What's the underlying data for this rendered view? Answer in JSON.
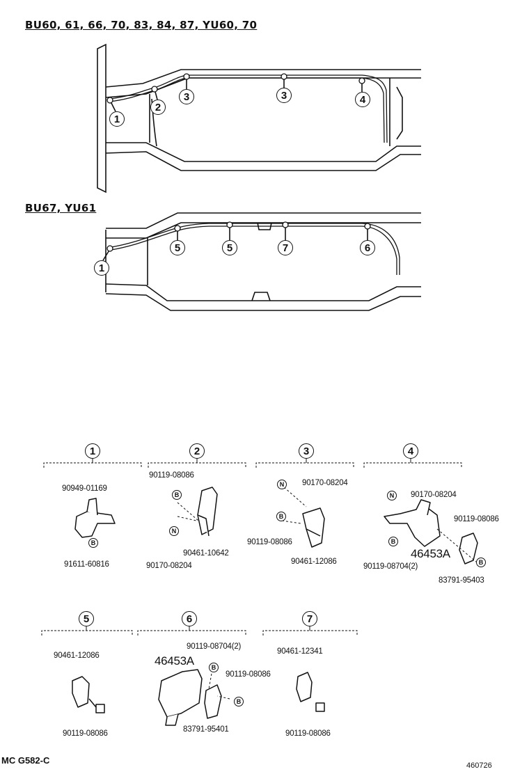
{
  "headers": {
    "group_a": "BU60, 61, 66, 70, 83, 84, 87, YU60, 70",
    "group_b": "BU67, YU61"
  },
  "callouts_a": [
    "1",
    "2",
    "3",
    "3",
    "4"
  ],
  "callouts_b": [
    "1",
    "5",
    "5",
    "7",
    "6"
  ],
  "detail_headers": [
    "1",
    "2",
    "3",
    "4",
    "5",
    "6",
    "7"
  ],
  "symbols": {
    "bolt": "B",
    "nut": "N"
  },
  "parts": {
    "d1": {
      "a": "90949-01169",
      "b": "91611-60816"
    },
    "d2": {
      "a": "90119-08086",
      "b": "90461-10642",
      "c": "90170-08204"
    },
    "d3": {
      "a": "90170-08204",
      "b": "90119-08086",
      "c": "90461-12086"
    },
    "d4": {
      "a": "90170-08204",
      "b": "90119-08086",
      "c": "46453A",
      "d": "90119-08704(2)",
      "e": "83791-95403"
    },
    "d5": {
      "a": "90461-12086",
      "b": "90119-08086"
    },
    "d6": {
      "a": "90119-08704(2)",
      "b": "46453A",
      "c": "90119-08086",
      "d": "83791-95401"
    },
    "d7": {
      "a": "90461-12341",
      "b": "90119-08086"
    }
  },
  "footer": {
    "left": "MC G582-C",
    "right": "460726"
  }
}
